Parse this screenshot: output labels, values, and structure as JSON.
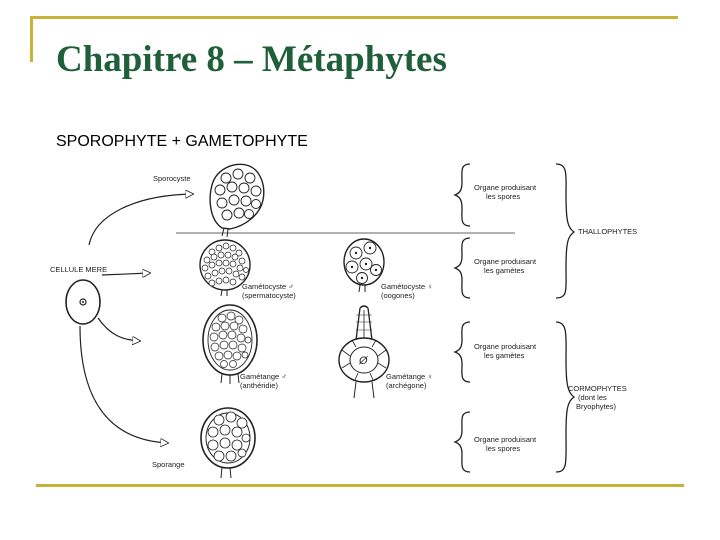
{
  "slide": {
    "title": "Chapitre 8 – Métaphytes",
    "subtitle": "SPOROPHYTE + GAMETOPHYTE"
  },
  "colors": {
    "title": "#1f5f3a",
    "frame": "#c9b23a",
    "line": "#222222"
  },
  "diagram": {
    "cellule_mere": "CELLULE MERE",
    "sporocyste": "Sporocyste",
    "sporange": "Sporange",
    "gametocyste_male": [
      "Gamétocyste ♂",
      "(spermatocyste)"
    ],
    "gametocyste_female": [
      "Gamétocyste ♀",
      "(oogones)"
    ],
    "gametange_male": [
      "Gamétange ♂",
      "(anthéridie)"
    ],
    "gametange_female": [
      "Gamétange ♀",
      "(archégone)"
    ],
    "organ_spores_top": [
      "Organe produisant",
      "les spores"
    ],
    "organ_gametes_top": [
      "Organe produisant",
      "les gamètes"
    ],
    "organ_gametes_bottom": [
      "Organe produisant",
      "les gamètes"
    ],
    "organ_spores_bottom": [
      "Organe produisant",
      "les spores"
    ],
    "thallophytes": "THALLOPHYTES",
    "cormophytes": [
      "CORMOPHYTES",
      "(dont les",
      "Bryophytes)"
    ]
  }
}
